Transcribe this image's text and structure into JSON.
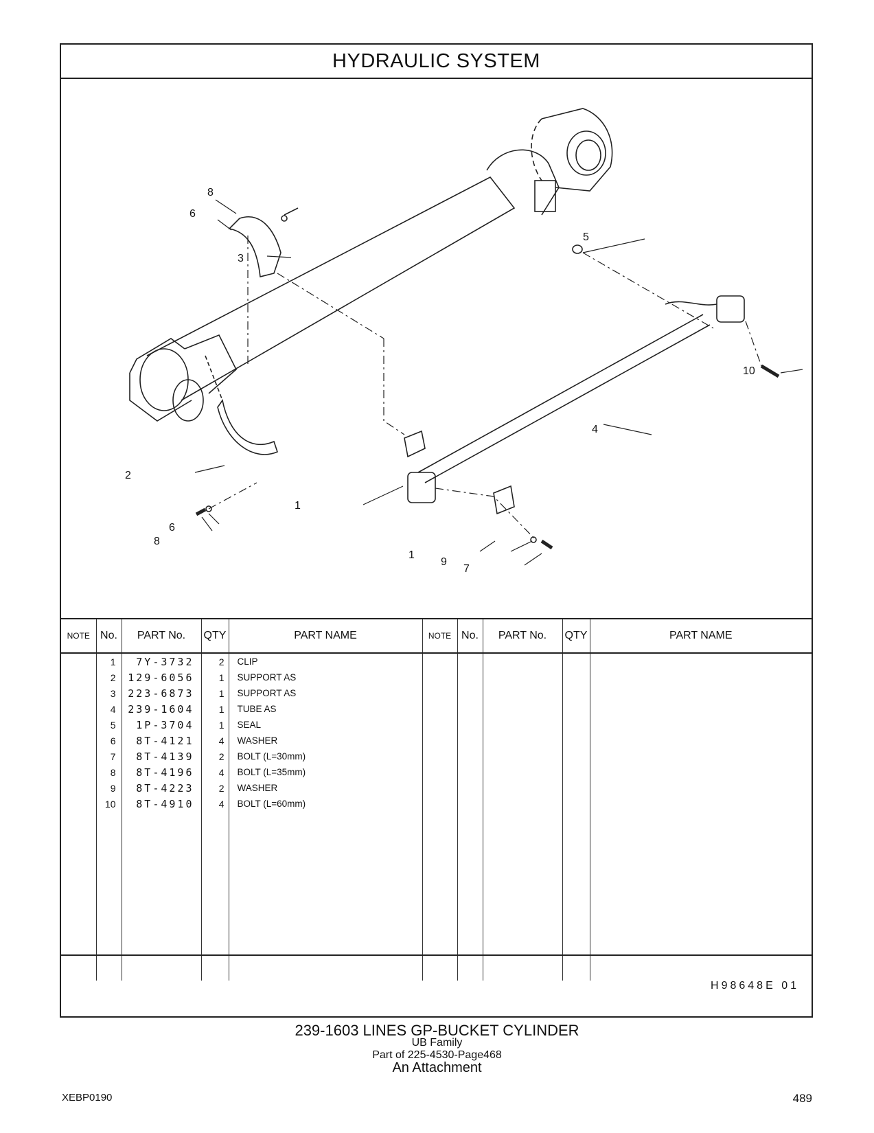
{
  "header": {
    "title": "HYDRAULIC   SYSTEM"
  },
  "diagram": {
    "callouts": [
      "8",
      "6",
      "3",
      "5",
      "10",
      "4",
      "2",
      "1",
      "6",
      "8",
      "1",
      "9",
      "7"
    ]
  },
  "table": {
    "headers": {
      "note": "NOTE",
      "no": "No.",
      "part_no": "PART No.",
      "qty": "QTY",
      "part_name": "PART NAME"
    },
    "rows": [
      {
        "no": "1",
        "part_no": "7Y-3732",
        "qty": "2",
        "name": "CLIP"
      },
      {
        "no": "2",
        "part_no": "129-6056",
        "qty": "1",
        "name": "SUPPORT  AS"
      },
      {
        "no": "3",
        "part_no": "223-6873",
        "qty": "1",
        "name": "SUPPORT  AS"
      },
      {
        "no": "4",
        "part_no": "239-1604",
        "qty": "1",
        "name": "TUBE  AS"
      },
      {
        "no": "5",
        "part_no": "1P-3704",
        "qty": "1",
        "name": "SEAL"
      },
      {
        "no": "6",
        "part_no": "8T-4121",
        "qty": "4",
        "name": "WASHER"
      },
      {
        "no": "7",
        "part_no": "8T-4139",
        "qty": "2",
        "name": "BOLT (L=30mm)"
      },
      {
        "no": "8",
        "part_no": "8T-4196",
        "qty": "4",
        "name": "BOLT (L=35mm)"
      },
      {
        "no": "9",
        "part_no": "8T-4223",
        "qty": "2",
        "name": "WASHER"
      },
      {
        "no": "10",
        "part_no": "8T-4910",
        "qty": "4",
        "name": "BOLT (L=60mm)"
      }
    ]
  },
  "drawing_code": "H98648E   01",
  "footer": {
    "line1": "239-1603   LINES  GP-BUCKET  CYLINDER",
    "line2": "UB  Family",
    "line3": "Part of 225-4530-Page468",
    "line4": "An Attachment"
  },
  "doc_id": "XEBP0190",
  "page_number": "489"
}
